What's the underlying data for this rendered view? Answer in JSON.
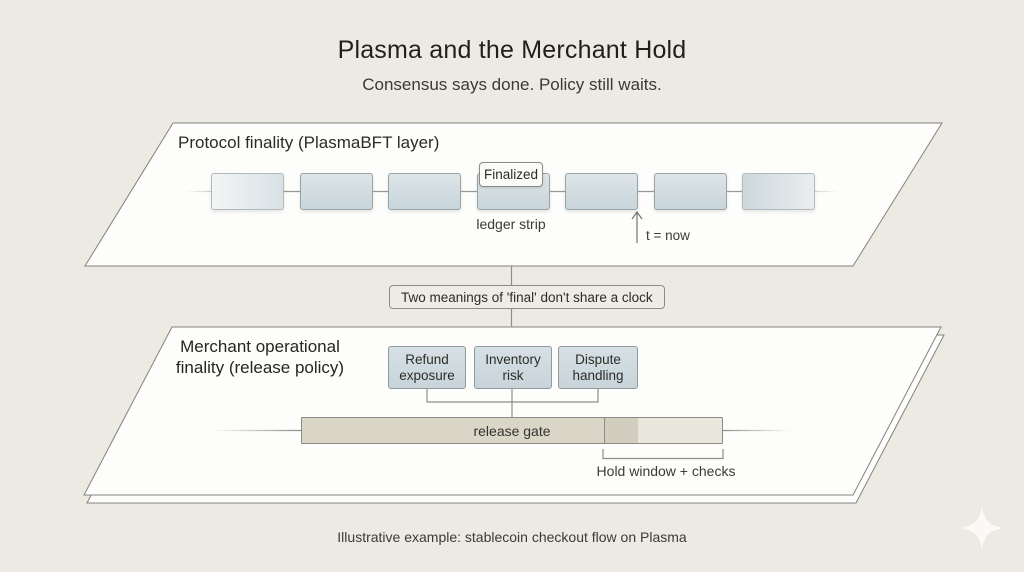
{
  "page": {
    "title": "Plasma and the Merchant Hold",
    "subtitle": "Consensus says done. Policy still waits.",
    "caption": "Illustrative example: stablecoin checkout flow on Plasma"
  },
  "protocol_layer": {
    "label": "Protocol finality (PlasmaBFT layer)",
    "finalized_badge": "Finalized",
    "ledger_strip_label": "ledger strip",
    "now_marker_label": "t = now",
    "block_count": 7
  },
  "bridge": {
    "label": "Two meanings of 'final' don't share a clock"
  },
  "merchant_layer": {
    "label_line1": "Merchant operational",
    "label_line2": "finality (release policy)",
    "risk_boxes": [
      {
        "label": "Refund exposure"
      },
      {
        "label": "Inventory risk"
      },
      {
        "label": "Dispute handling"
      }
    ],
    "release_gate_label": "release gate",
    "hold_window_label": "Hold window + checks"
  },
  "icons": {
    "sparkle": "sparkle-icon"
  },
  "colors": {
    "background": "#edeae3",
    "sheet_fill": "#fdfdfb",
    "outline": "#83837d",
    "line": "#8f8f89",
    "block_fill": "#cfdade",
    "block_border": "#98a3a7",
    "gate_left": "#d9d5c7",
    "gate_mid": "#d2cebf",
    "gate_right": "#e9e6dc",
    "text": "#2c2c27"
  }
}
